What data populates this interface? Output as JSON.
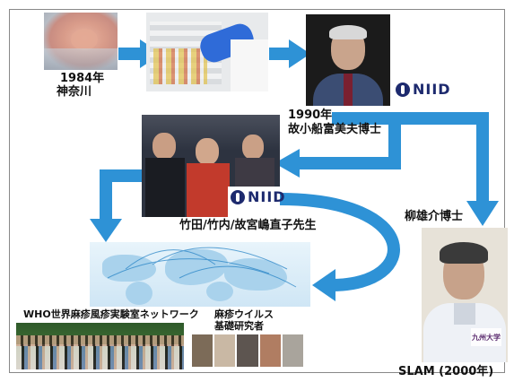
{
  "timeline": {
    "label_1984_year": "1984年",
    "label_1984_place": "神奈川",
    "label_1990_year": "1990年",
    "label_1990_person": "故小船富美夫博士",
    "label_team": "竹田/竹内/故宮嶋直子先生",
    "label_yanagi": "柳雄介博士",
    "label_slam": "SLAM (2000年)",
    "label_who": "WHO世界麻疹風疹実験室ネットワーク",
    "label_research_1": "麻疹ウイルス",
    "label_research_2": "基礎研究者",
    "niid_logo_text": "NIID",
    "kyushu_logo_text": "九州大学"
  },
  "colors": {
    "arrow": "#2e92d6",
    "map_bg": "#dbeef9"
  }
}
